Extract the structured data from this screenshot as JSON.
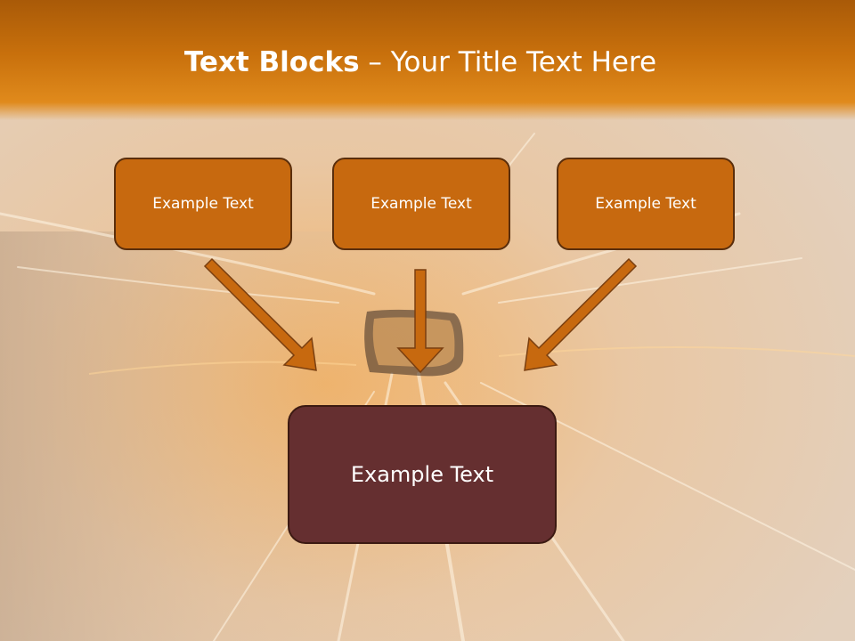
{
  "slide": {
    "title_bold": "Text Blocks",
    "title_rest": " – Your Title Text Here",
    "top_boxes": [
      "Example Text",
      "Example Text",
      "Example Text"
    ],
    "bottom_box": "Example Text"
  },
  "colors": {
    "header": "#c8700c",
    "top_box_fill": "#c7690f",
    "bottom_box_fill": "#652f30",
    "arrow_fill": "#c7690f",
    "text": "#ffffff"
  }
}
